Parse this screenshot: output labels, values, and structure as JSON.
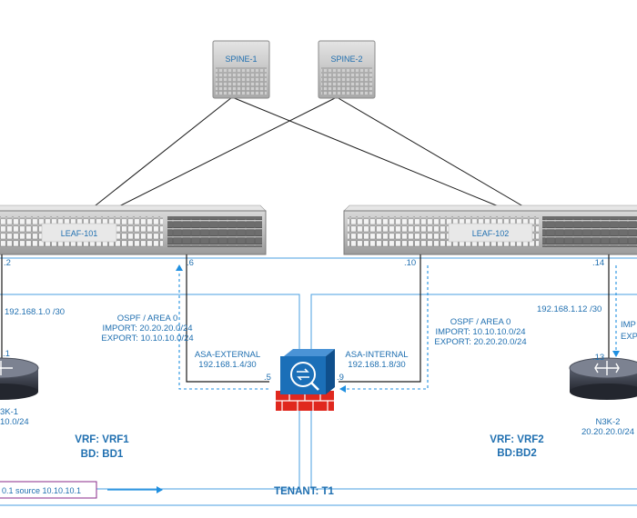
{
  "devices": {
    "spine1": "SPINE-1",
    "spine2": "SPINE-2",
    "leaf101": "LEAF-101",
    "leaf102": "LEAF-102"
  },
  "ports": {
    "leaf101_left": ".2",
    "leaf101_right": ".6",
    "leaf102_left": ".10",
    "leaf102_right": ".14",
    "router1": ".1",
    "router2": ".13",
    "asa_external": ".5",
    "asa_internal": ".9"
  },
  "subnets": {
    "left": "192.168.1.0 /30",
    "right": "192.168.1.12 /30"
  },
  "ospf_vrf1": {
    "line1": "OSPF / AREA 0",
    "line2": "IMPORT: 20.20.20.0/24",
    "line3": "EXPORT: 10.10.10.0/24"
  },
  "ospf_vrf2": {
    "line1": "OSPF / AREA 0",
    "line2": "IMPORT: 10.10.10.0/24",
    "line3": "EXPORT: 20.20.20.0/24"
  },
  "ospf_right_partial": {
    "line1": "IMP",
    "line2": "EXP"
  },
  "asa": {
    "external_name": "ASA-EXTERNAL",
    "external_subnet": "192.168.1.4/30",
    "internal_name": "ASA-INTERNAL",
    "internal_subnet": "192.168.1.8/30"
  },
  "n3k1": {
    "name": "3K-1",
    "subnet": "10.0/24"
  },
  "n3k2": {
    "name": "N3K-2",
    "subnet": "20.20.20.0/24"
  },
  "vrf1": {
    "vrf": "VRF: VRF1",
    "bd": "BD: BD1"
  },
  "vrf2": {
    "vrf": "VRF: VRF2",
    "bd": "BD:BD2"
  },
  "tenant": "TENANT: T1",
  "ping_command": "0.1 source 10.10.10.1",
  "colors": {
    "accent": "#1f6fb0",
    "frame": "#4a9fe0",
    "ping_box": "#8a2a8a",
    "asa_red": "#e0281e",
    "asa_blue": "#1b6fb8"
  }
}
